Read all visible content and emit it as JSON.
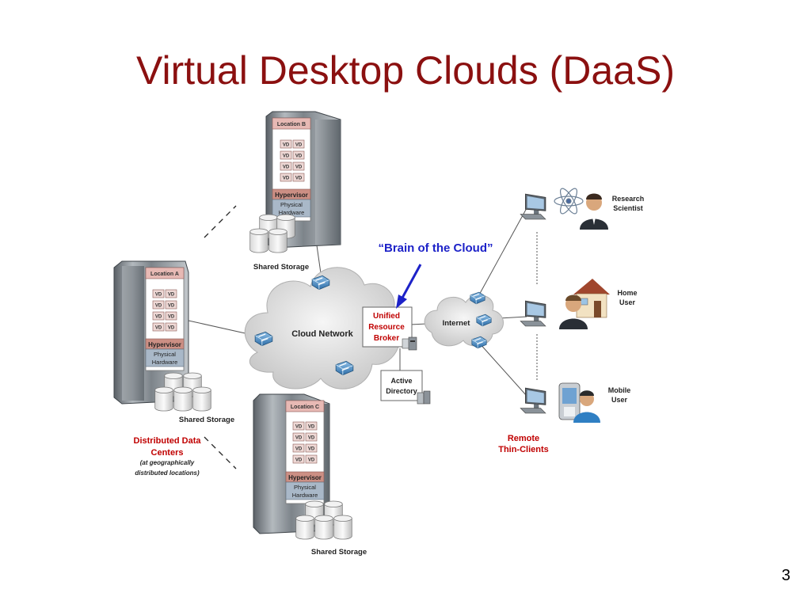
{
  "slide": {
    "title": "Virtual Desktop Clouds (DaaS)",
    "page_number": "3"
  },
  "servers": [
    {
      "location": "Location B",
      "vd": "VD",
      "hypervisor": "Hypervisor",
      "hardware_line1": "Physical",
      "hardware_line2": "Hardware",
      "storage": "Shared Storage"
    },
    {
      "location": "Location A",
      "vd": "VD",
      "hypervisor": "Hypervisor",
      "hardware_line1": "Physical",
      "hardware_line2": "Hardware",
      "storage": "Shared Storage"
    },
    {
      "location": "Location C",
      "vd": "VD",
      "hypervisor": "Hypervisor",
      "hardware_line1": "Physical",
      "hardware_line2": "Hardware",
      "storage": "Shared Storage"
    }
  ],
  "cloud_network": "Cloud Network",
  "internet": "Internet",
  "broker": {
    "line1": "Unified",
    "line2": "Resource",
    "line3": "Broker"
  },
  "directory": {
    "line1": "Active",
    "line2": "Directory"
  },
  "brain_label": "“Brain of the Cloud”",
  "distributed": {
    "line1": "Distributed Data",
    "line2": "Centers",
    "line3": "(at geographically",
    "line4": "distributed locations)"
  },
  "remote": {
    "line1": "Remote",
    "line2": "Thin-Clients"
  },
  "users": [
    {
      "line1": "Research",
      "line2": "Scientist"
    },
    {
      "line1": "Home",
      "line2": "User"
    },
    {
      "line1": "Mobile",
      "line2": "User"
    }
  ],
  "colors": {
    "title": "#8b1010",
    "accent_red": "#c00000",
    "brain_blue": "#1d22c8",
    "server_gray": "#8a9197",
    "location_fill": "#e7b9b4",
    "vd_fill": "#eed8d5",
    "hypervisor_fill": "#cc8f84",
    "hardware_fill": "#a9b8c8",
    "switch_blue": "#4a8cc4"
  }
}
